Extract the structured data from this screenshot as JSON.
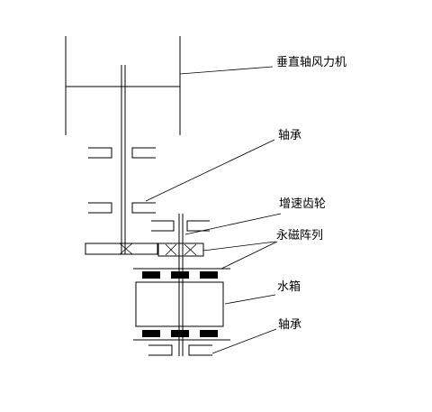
{
  "labels": {
    "turbine": "垂直轴风力机",
    "bearing_top": "轴承",
    "gearbox": "增速齿轮",
    "magnet_array": "永磁阵列",
    "water_tank": "水箱",
    "bearing_bottom": "轴承"
  }
}
